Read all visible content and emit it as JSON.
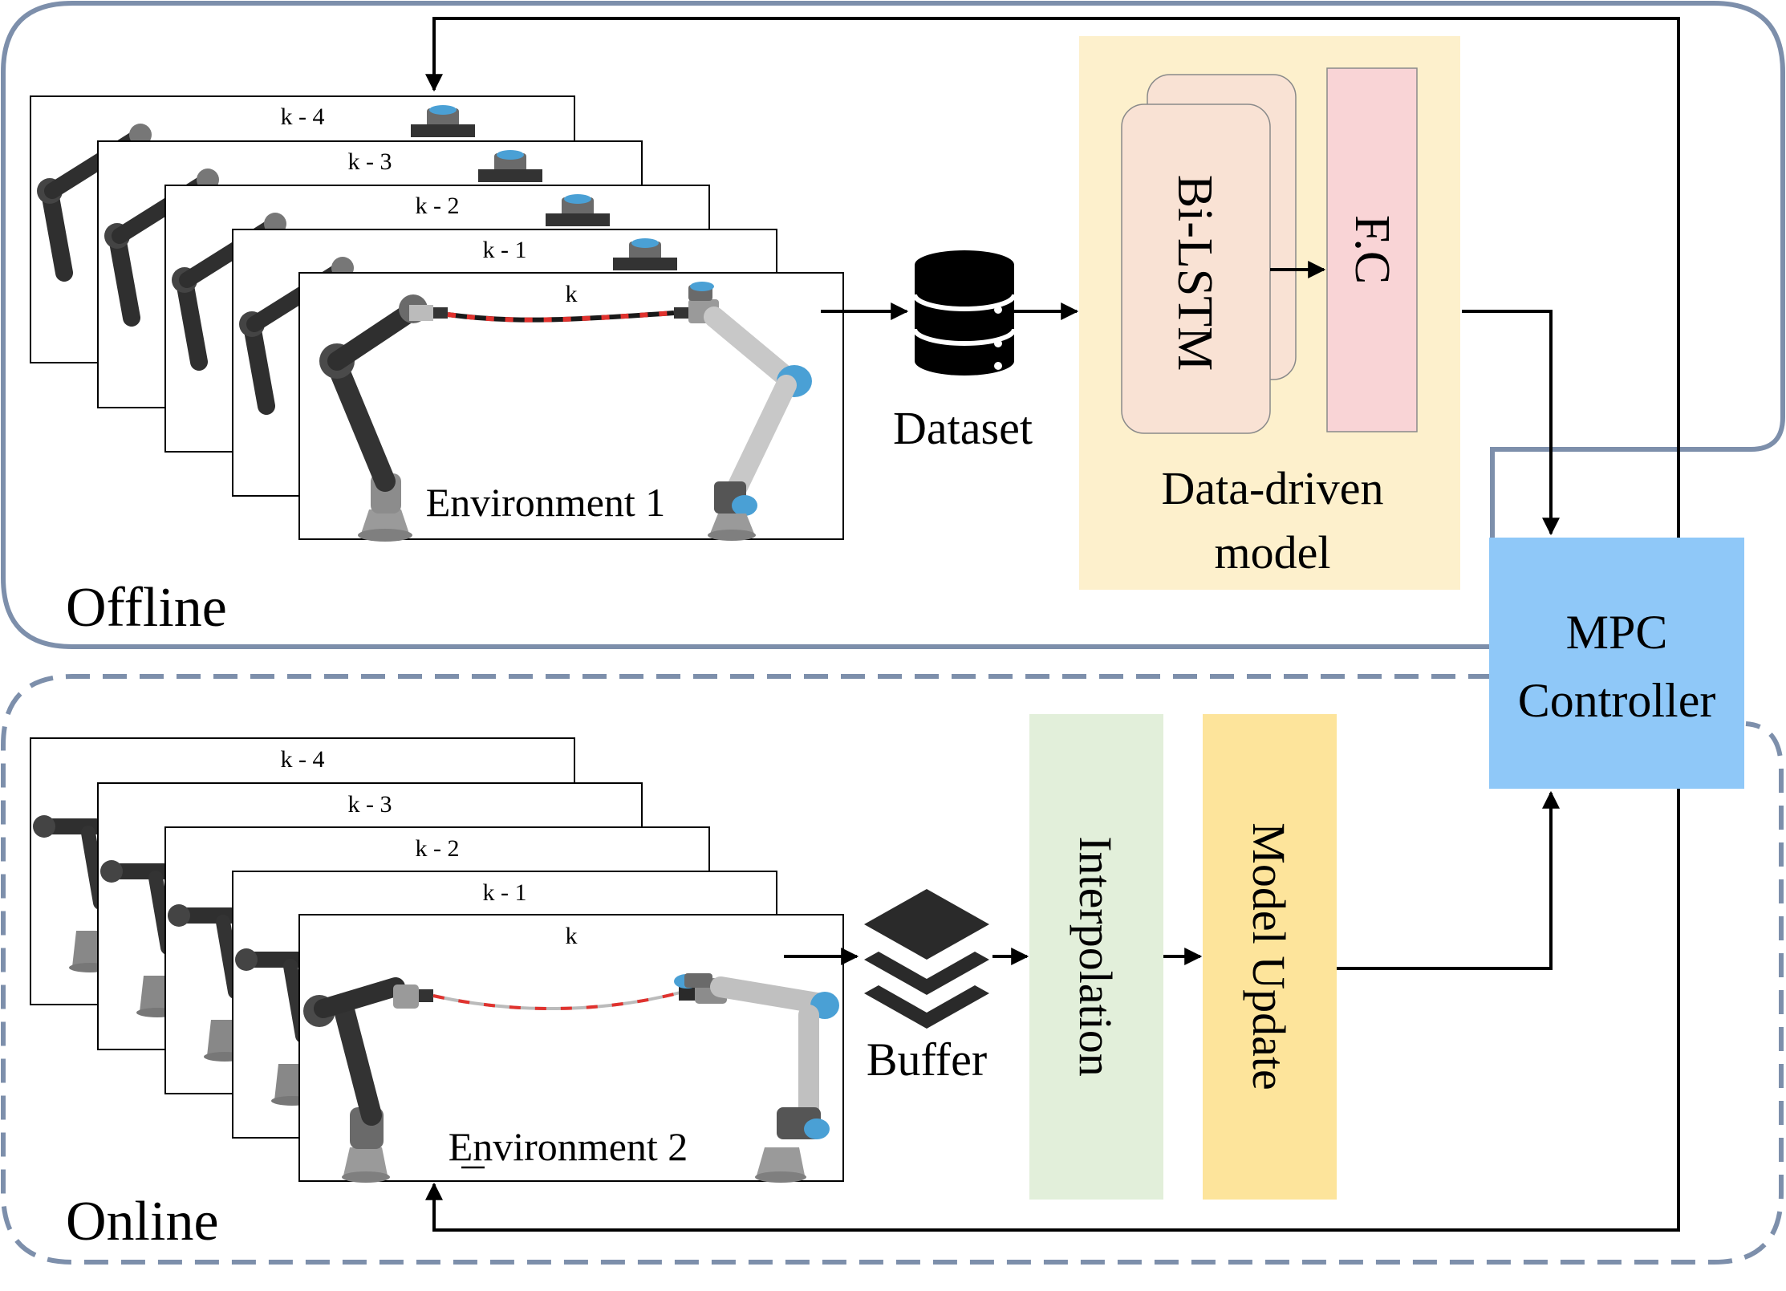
{
  "offline": {
    "label": "Offline",
    "frames": [
      "k - 4",
      "k - 3",
      "k - 2",
      "k - 1",
      "k"
    ],
    "environment_label": "Environment 1"
  },
  "online": {
    "label": "Online",
    "frames": [
      "k - 4",
      "k - 3",
      "k - 2",
      "k - 1",
      "k"
    ],
    "environment_label": "Environment 2"
  },
  "dataset": {
    "label": "Dataset",
    "icon": "database-icon"
  },
  "buffer": {
    "label": "Buffer",
    "icon": "layers-icon"
  },
  "model": {
    "lstm_label": "Bi-LSTM",
    "fc_label": "F.C",
    "caption_line1": "Data-driven",
    "caption_line2": "model"
  },
  "interpolation": {
    "label": "Interpolation"
  },
  "model_update": {
    "label": "Model Update"
  },
  "controller": {
    "line1": "MPC",
    "line2": "Controller"
  },
  "colors": {
    "panel_border": "#7d8fab",
    "model_bg": "#fdf0cc",
    "lstm_fill": "#f9e2d4",
    "fc_fill": "#f9d4d6",
    "interp_fill": "#e2efda",
    "update_fill": "#fde49b",
    "mpc_fill": "#8fc8f8",
    "robot_dark": "#3a3a3a",
    "robot_light": "#bdbdbd",
    "robot_accent": "#4aa0d5",
    "rope_marker": "#e0322e"
  }
}
